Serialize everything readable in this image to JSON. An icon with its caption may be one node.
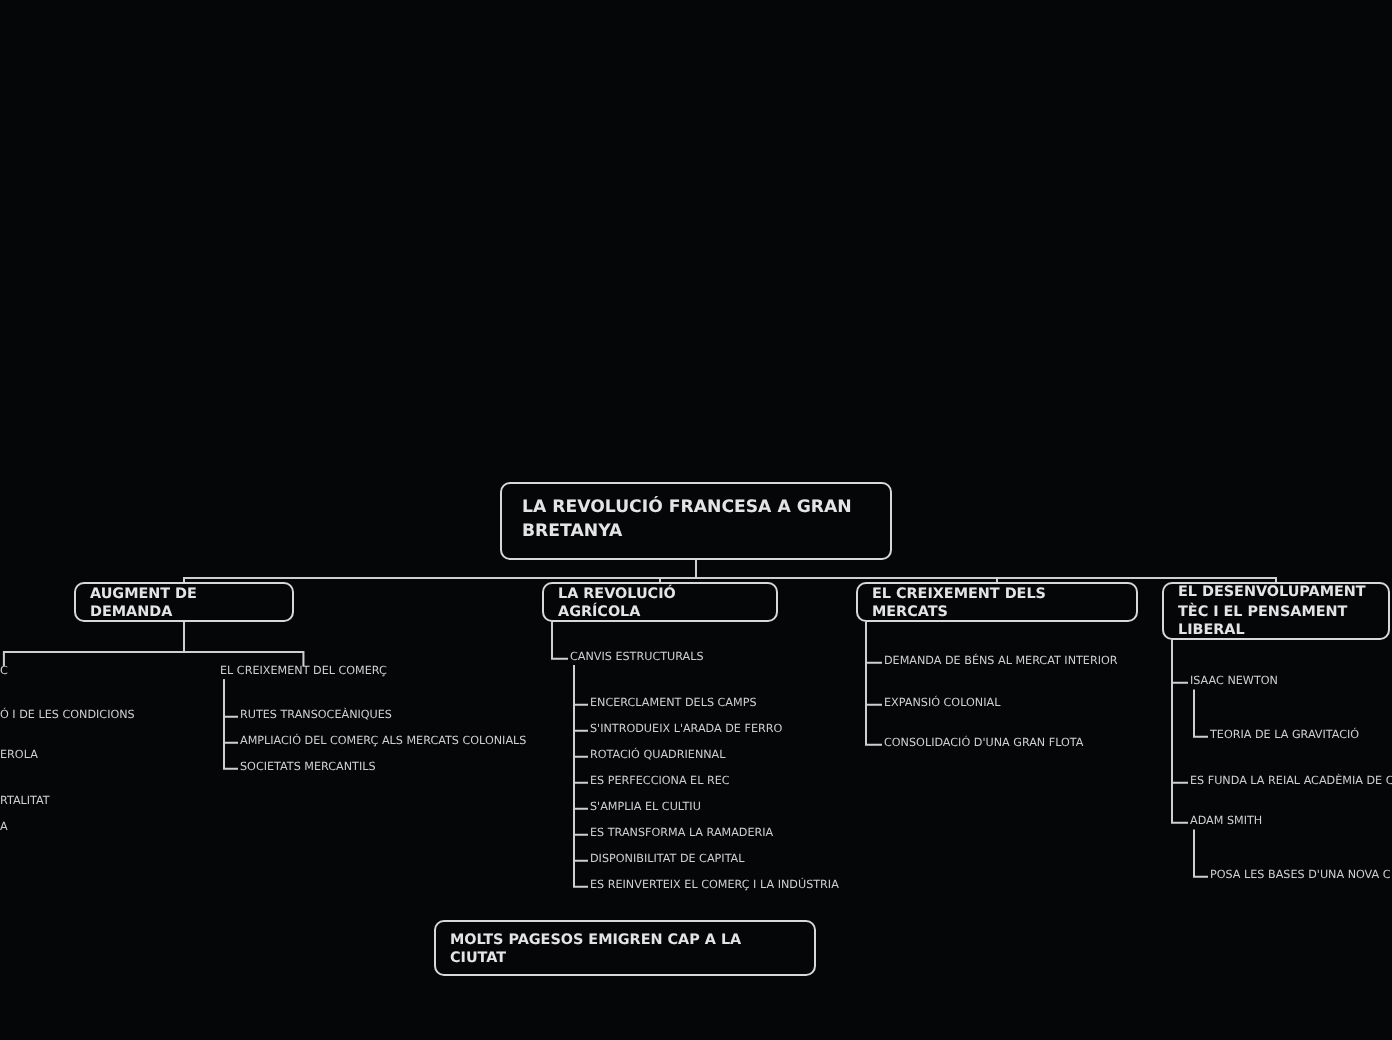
{
  "diagram": {
    "nodes": [
      {
        "text": [
          "LA REVOLUCIÓ FRANCESA A GRAN BRETANYA"
        ]
      },
      {
        "text": [
          "AUGMENT DE DEMANDA"
        ]
      },
      {
        "text": [
          "C"
        ]
      },
      {
        "text": [
          "EL CREIXEMENT DEL COMERÇ"
        ]
      },
      {
        "text": [
          "RUTES TRANSOCEÀNIQUES"
        ]
      },
      {
        "text": [
          "AMPLIACIÓ DEL COMERÇ ALS MERCATS COLONIALS"
        ]
      },
      {
        "text": [
          "SOCIETATS MERCANTILS"
        ]
      },
      {
        "text": [
          "LA REVOLUCIÓ AGRÍCOLA"
        ]
      },
      {
        "text": [
          "CANVIS ESTRUCTURALS"
        ]
      },
      {
        "text": [
          "ENCERCLAMENT DELS CAMPS"
        ]
      },
      {
        "text": [
          "S'INTRODUEIX L'ARADA DE FERRO"
        ]
      },
      {
        "text": [
          "ROTACIÓ QUADRIENNAL"
        ]
      },
      {
        "text": [
          "ES PERFECCIONA EL REC"
        ]
      },
      {
        "text": [
          "S'AMPLIA EL CULTIU"
        ]
      },
      {
        "text": [
          "ES TRANSFORMA LA RAMADERIA"
        ]
      },
      {
        "text": [
          "DISPONIBILITAT DE CAPITAL"
        ]
      },
      {
        "text": [
          "ES REINVERTEIX EL COMERÇ I LA INDÚSTRIA"
        ]
      },
      {
        "text": [
          "EL CREIXEMENT DELS MERCATS"
        ]
      },
      {
        "text": [
          "DEMANDA DE BÉNS AL MERCAT INTERIOR"
        ]
      },
      {
        "text": [
          "EXPANSIÓ COLONIAL"
        ]
      },
      {
        "text": [
          "CONSOLIDACIÓ D'UNA GRAN FLOTA"
        ]
      },
      {
        "text": [
          "EL DESENVOLUPAMENT TÈC I EL PENSAMENT LIBERAL"
        ]
      },
      {
        "text": [
          "ISAAC NEWTON"
        ]
      },
      {
        "text": [
          "TEORIA DE LA GRAVITACIÓ"
        ]
      },
      {
        "text": [
          "ES FUNDA LA REIAL ACADÈMIA DE C"
        ]
      },
      {
        "text": [
          "ADAM SMITH"
        ]
      },
      {
        "text": [
          "POSA LES BASES D'UNA NOVA C"
        ]
      },
      {
        "text": [
          "MOLTS PAGESOS EMIGREN CAP A LA CIUTAT"
        ]
      }
    ],
    "edges": [
      {
        "from": 0,
        "to": 1,
        "arrow": "none"
      },
      {
        "from": 0,
        "to": 7,
        "arrow": "none"
      },
      {
        "from": 0,
        "to": 17,
        "arrow": "none"
      },
      {
        "from": 0,
        "to": 21,
        "arrow": "none"
      },
      {
        "from": 1,
        "to": 2,
        "arrow": "none"
      },
      {
        "from": 1,
        "to": 3,
        "arrow": "none"
      },
      {
        "from": 3,
        "to": 4,
        "arrow": "none"
      },
      {
        "from": 3,
        "to": 5,
        "arrow": "none"
      },
      {
        "from": 3,
        "to": 6,
        "arrow": "none"
      },
      {
        "from": 7,
        "to": 8,
        "arrow": "none"
      },
      {
        "from": 8,
        "to": 9,
        "arrow": "none"
      },
      {
        "from": 8,
        "to": 10,
        "arrow": "none"
      },
      {
        "from": 8,
        "to": 11,
        "arrow": "none"
      },
      {
        "from": 8,
        "to": 12,
        "arrow": "none"
      },
      {
        "from": 8,
        "to": 13,
        "arrow": "none"
      },
      {
        "from": 8,
        "to": 14,
        "arrow": "none"
      },
      {
        "from": 8,
        "to": 15,
        "arrow": "none"
      },
      {
        "from": 8,
        "to": 16,
        "arrow": "none"
      },
      {
        "from": 17,
        "to": 18,
        "arrow": "none"
      },
      {
        "from": 17,
        "to": 19,
        "arrow": "none"
      },
      {
        "from": 17,
        "to": 20,
        "arrow": "none"
      },
      {
        "from": 21,
        "to": 22,
        "arrow": "none"
      },
      {
        "from": 22,
        "to": 23,
        "arrow": "none"
      },
      {
        "from": 21,
        "to": 24,
        "arrow": "none"
      },
      {
        "from": 21,
        "to": 25,
        "arrow": "none"
      },
      {
        "from": 25,
        "to": 26,
        "arrow": "none"
      }
    ],
    "labels": [
      "Ó I DE LES CONDICIONS",
      "EROLA",
      "RTALITAT",
      "A"
    ]
  }
}
